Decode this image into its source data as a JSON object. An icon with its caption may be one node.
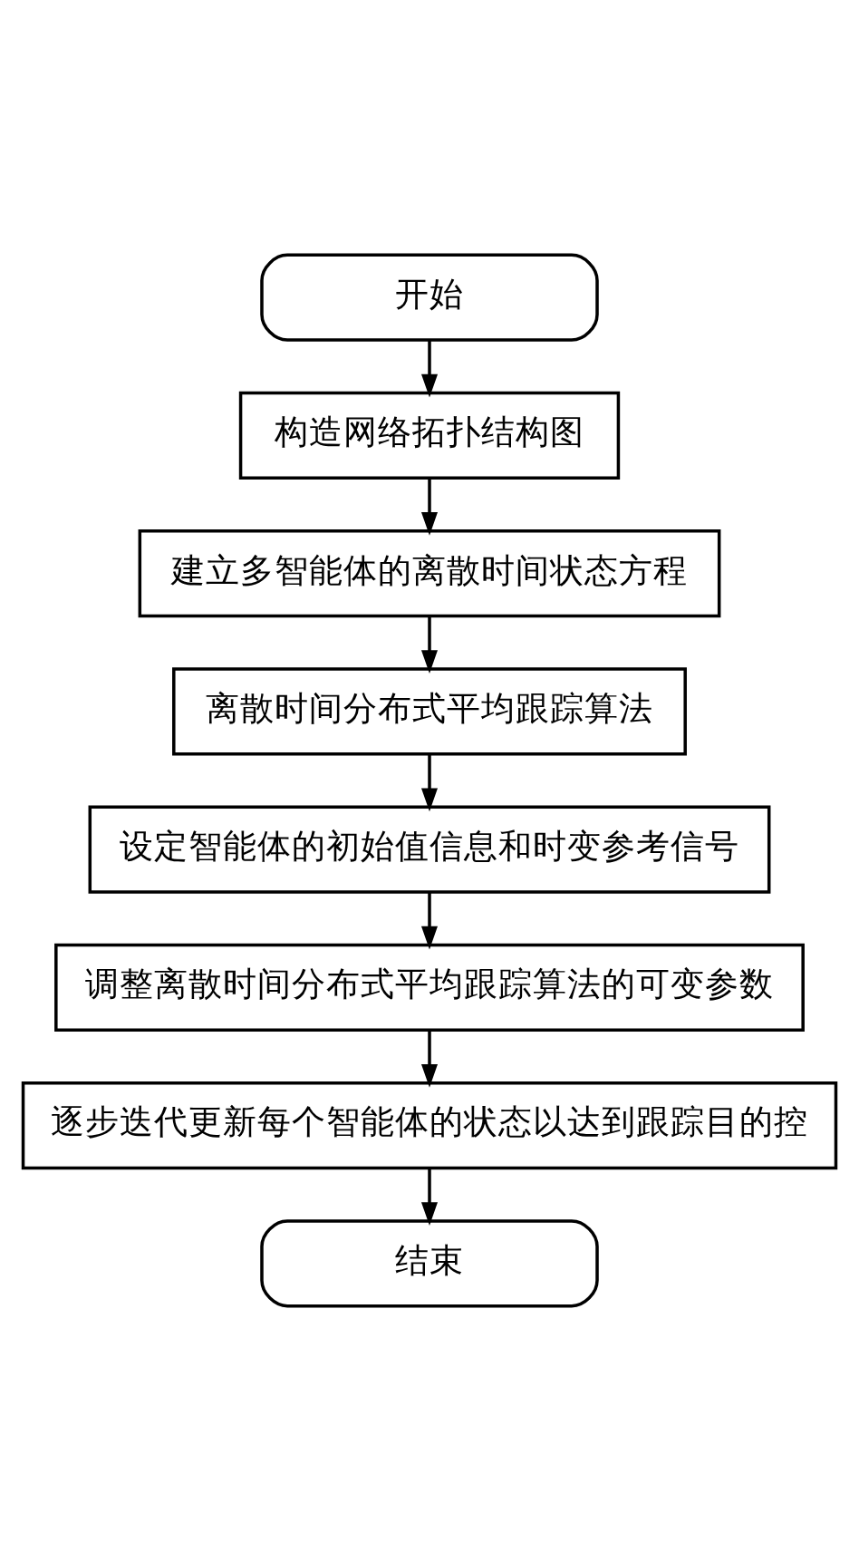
{
  "diagram": {
    "nodes": [
      {
        "text": [
          "开始"
        ]
      },
      {
        "text": [
          "构造网络拓扑结构图"
        ]
      },
      {
        "text": [
          "建立多智能体的离散时间状态方程"
        ]
      },
      {
        "text": [
          "离散时间分布式平均跟踪算法"
        ]
      },
      {
        "text": [
          "设定智能体的初始值信息和时变参考信号"
        ]
      },
      {
        "text": [
          "调整离散时间分布式平均跟踪算法的可变参数"
        ]
      },
      {
        "text": [
          "逐步迭代更新每个智能体的状态以达到跟踪目的控"
        ]
      },
      {
        "text": [
          "结束"
        ]
      }
    ],
    "edges": [
      {
        "from": 0,
        "to": 1,
        "arrow": "to"
      },
      {
        "from": 1,
        "to": 2,
        "arrow": "to"
      },
      {
        "from": 2,
        "to": 3,
        "arrow": "to"
      },
      {
        "from": 3,
        "to": 4,
        "arrow": "to"
      },
      {
        "from": 4,
        "to": 5,
        "arrow": "to"
      },
      {
        "from": 5,
        "to": 6,
        "arrow": "to"
      },
      {
        "from": 6,
        "to": 7,
        "arrow": "to"
      }
    ]
  }
}
